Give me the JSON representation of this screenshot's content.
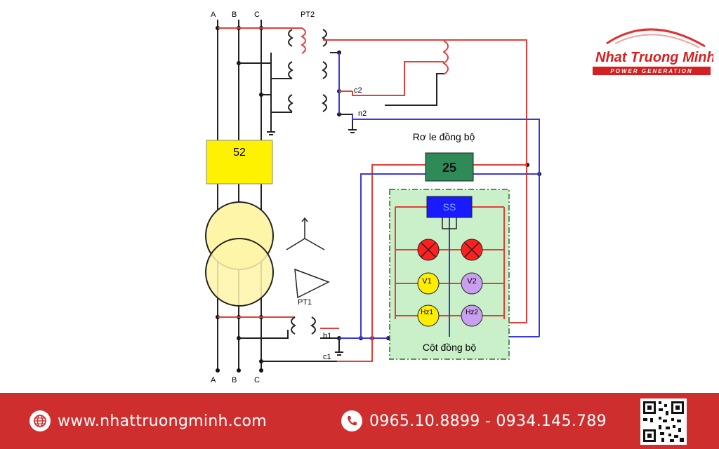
{
  "diagram": {
    "phases_top": [
      "A",
      "B",
      "C"
    ],
    "phases_bottom": [
      "A",
      "B",
      "C"
    ],
    "pt2_label": "PT2",
    "pt1_label": "PT1",
    "c2_label": "c2",
    "n2_label": "n2",
    "b1_label": "b1",
    "c1_label": "c1",
    "breaker_label": "52",
    "sync_relay_title": "Rơ le đồng bộ",
    "relay_label": "25",
    "synchroscope_label": "SS",
    "meters": [
      "V1",
      "V2",
      "Hz1",
      "Hz2"
    ],
    "sync_column_label": "Cột đồng bộ"
  },
  "logo": {
    "brand": "Nhat Truong Minh",
    "tagline": "POWER GENERATION"
  },
  "footer": {
    "website": "www.nhattruongminh.com",
    "phones": "0965.10.8899 - 0934.145.789"
  },
  "colors": {
    "footer_bg": "#cf2e2e",
    "wire_red": "#e0403a",
    "wire_blue": "#3a3ad8",
    "breaker_yellow": "#fff200",
    "relay_green": "#2e8b57",
    "ss_blue": "#1a1aff",
    "panel_green": "#c9f0c9",
    "lamp_red": "#ff2020",
    "meter_yellow": "#ffee00",
    "meter_purple": "#c9a0f0"
  }
}
